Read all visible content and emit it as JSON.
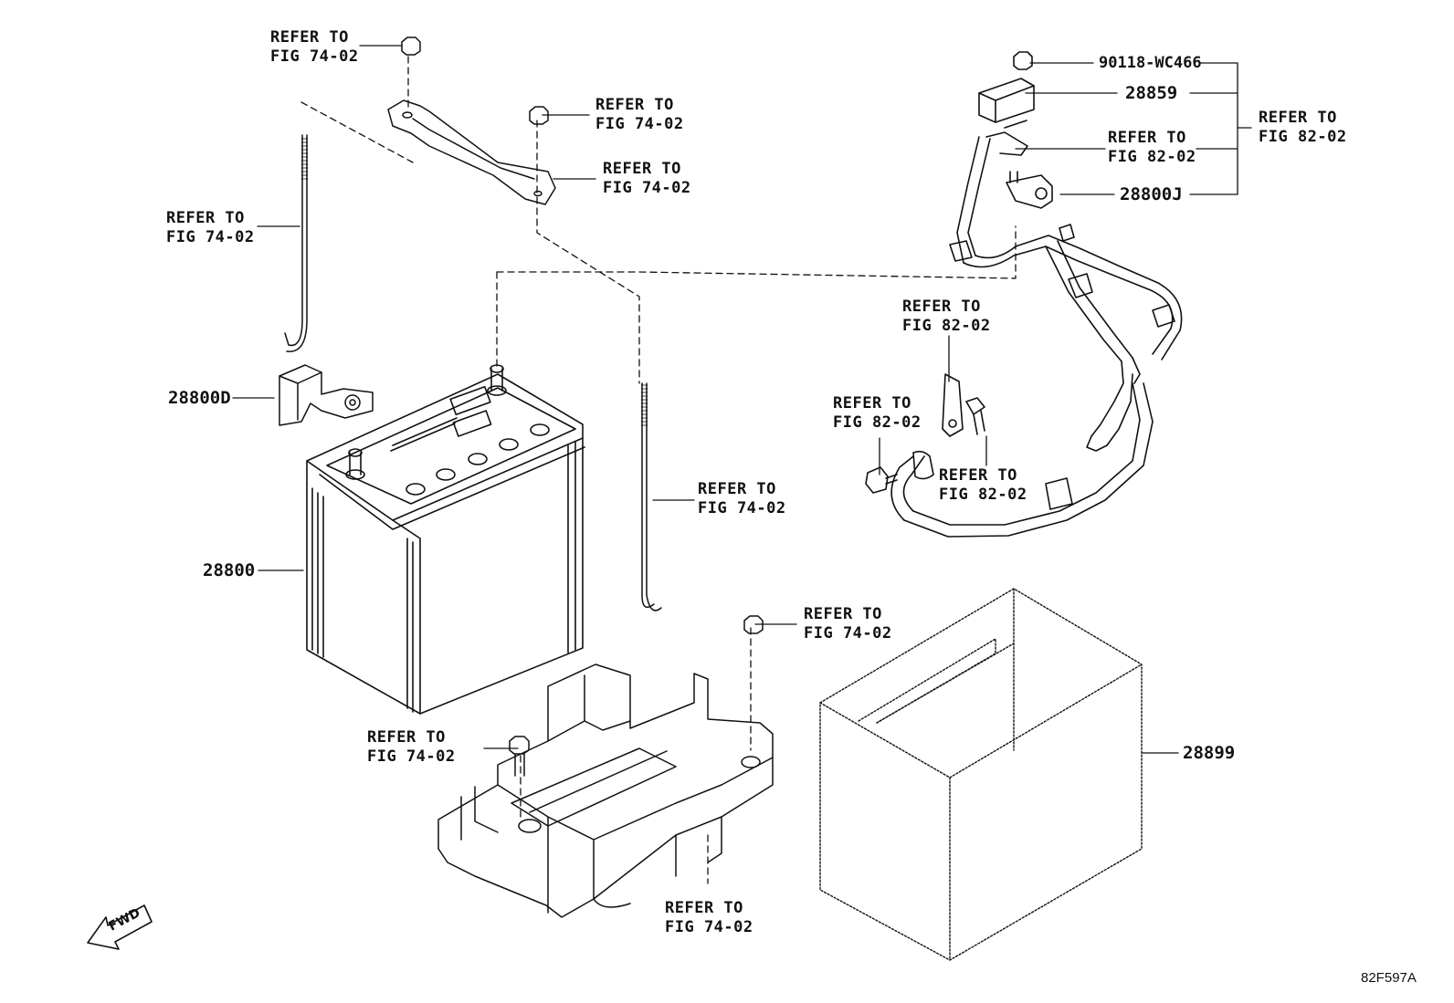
{
  "labels": {
    "ref_hold_nut_top": [
      "REFER TO",
      "FIG 74-02"
    ],
    "ref_clamp_nut": [
      "REFER TO",
      "FIG 74-02"
    ],
    "ref_clamp": [
      "REFER TO",
      "FIG 74-02"
    ],
    "ref_rod_left": [
      "REFER TO",
      "FIG 74-02"
    ],
    "ref_rod_right": [
      "REFER TO",
      "FIG 74-02"
    ],
    "ref_tray_nut": [
      "REFER TO",
      "FIG 74-02"
    ],
    "ref_tray_bolt": [
      "REFER TO",
      "FIG 74-02"
    ],
    "ref_tray": [
      "REFER TO",
      "FIG 74-02"
    ],
    "ref_cable_group": [
      "REFER TO",
      "FIG 82-02"
    ],
    "ref_cable_bracket": [
      "REFER TO",
      "FIG 82-02"
    ],
    "ref_cable_terminal": [
      "REFER TO",
      "FIG 82-02"
    ],
    "ref_ground_bolt": [
      "REFER TO",
      "FIG 82-02"
    ],
    "ref_ground_bolt2": [
      "REFER TO",
      "FIG 82-02"
    ]
  },
  "part_numbers": {
    "nut": "90118-WC466",
    "cover": "28859",
    "terminal": "28800J",
    "terminal_cover": "28800D",
    "battery": "28800",
    "insulator": "28899"
  },
  "fwd_label": "FWD",
  "figure_code": "82F597A"
}
